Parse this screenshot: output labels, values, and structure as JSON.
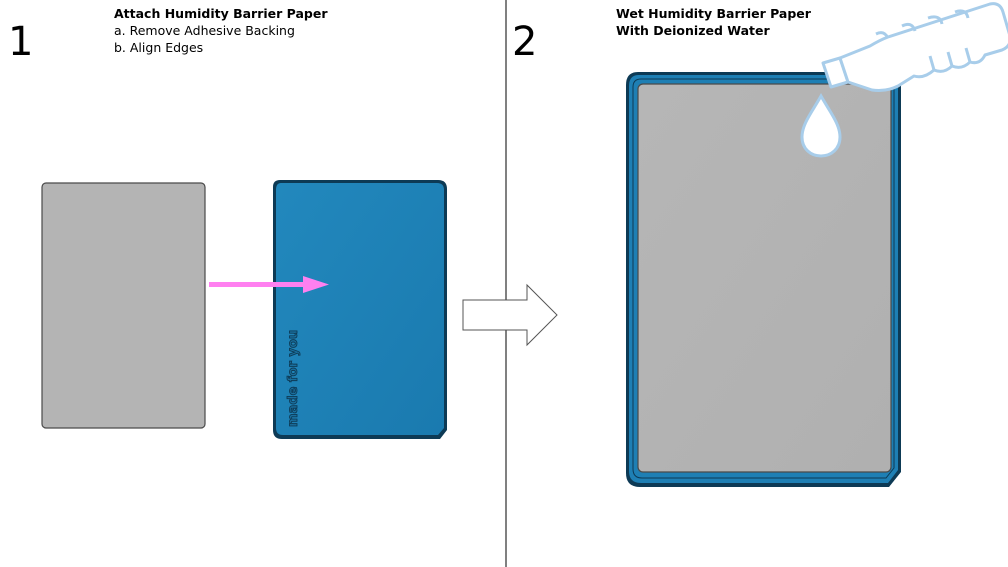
{
  "steps": [
    {
      "number": "1",
      "title": "Attach Humidity Barrier Paper",
      "substeps": [
        "a. Remove Adhesive Backing",
        "b. Align Edges"
      ]
    },
    {
      "number": "2",
      "title_lines": [
        "Wet Humidity Barrier Paper",
        "With Deionized Water"
      ]
    }
  ],
  "card_label": "made for you",
  "colors": {
    "barrier_paper": "#b4b4b4",
    "card_blue": "#1e7fb4",
    "card_border": "#0d3a55",
    "pink_arrow": "#ff80f0",
    "water_outline": "#a8cdea",
    "divider": "#808080"
  }
}
